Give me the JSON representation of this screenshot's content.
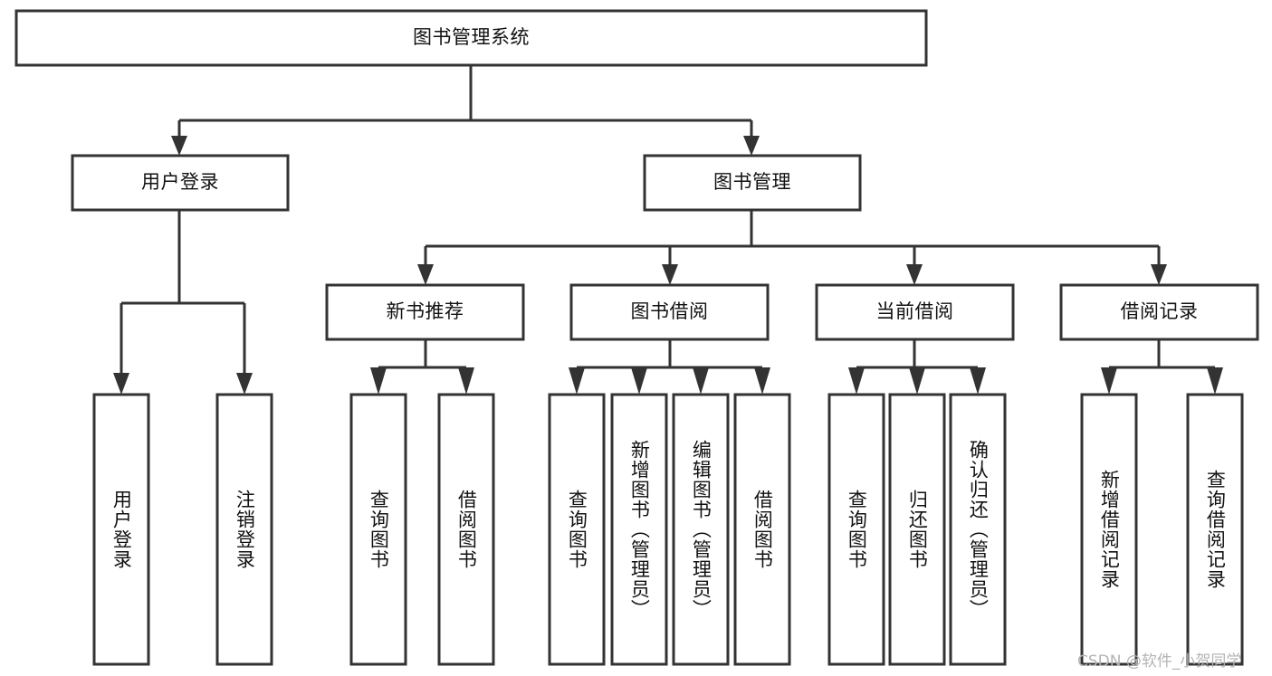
{
  "diagram": {
    "type": "tree-hierarchy",
    "title": "图书管理系统",
    "root": {
      "label": "图书管理系统"
    },
    "level2": [
      {
        "label": "用户登录"
      },
      {
        "label": "图书管理"
      }
    ],
    "level3": [
      {
        "label": "新书推荐"
      },
      {
        "label": "图书借阅"
      },
      {
        "label": "当前借阅"
      },
      {
        "label": "借阅记录"
      }
    ],
    "leaves": {
      "user_login": [
        {
          "label": "用户登录"
        },
        {
          "label": "注销登录"
        }
      ],
      "new_book": [
        {
          "label": "查询图书"
        },
        {
          "label": "借阅图书"
        }
      ],
      "book_borrow": [
        {
          "label": "查询图书"
        },
        {
          "label": "新增图书（管理员）"
        },
        {
          "label": "编辑图书（管理员）"
        },
        {
          "label": "借阅图书"
        }
      ],
      "current_borrow": [
        {
          "label": "查询图书"
        },
        {
          "label": "归还图书"
        },
        {
          "label": "确认归还（管理员）"
        }
      ],
      "borrow_record": [
        {
          "label": "新增借阅记录"
        },
        {
          "label": "查询借阅记录"
        }
      ]
    }
  },
  "watermark": {
    "text": "CSDN @软件_小贺同学"
  },
  "colors": {
    "box_stroke": "#333333",
    "box_fill": "#ffffff",
    "text": "#111111",
    "watermark": "#b4b4b4",
    "background": "#ffffff"
  }
}
